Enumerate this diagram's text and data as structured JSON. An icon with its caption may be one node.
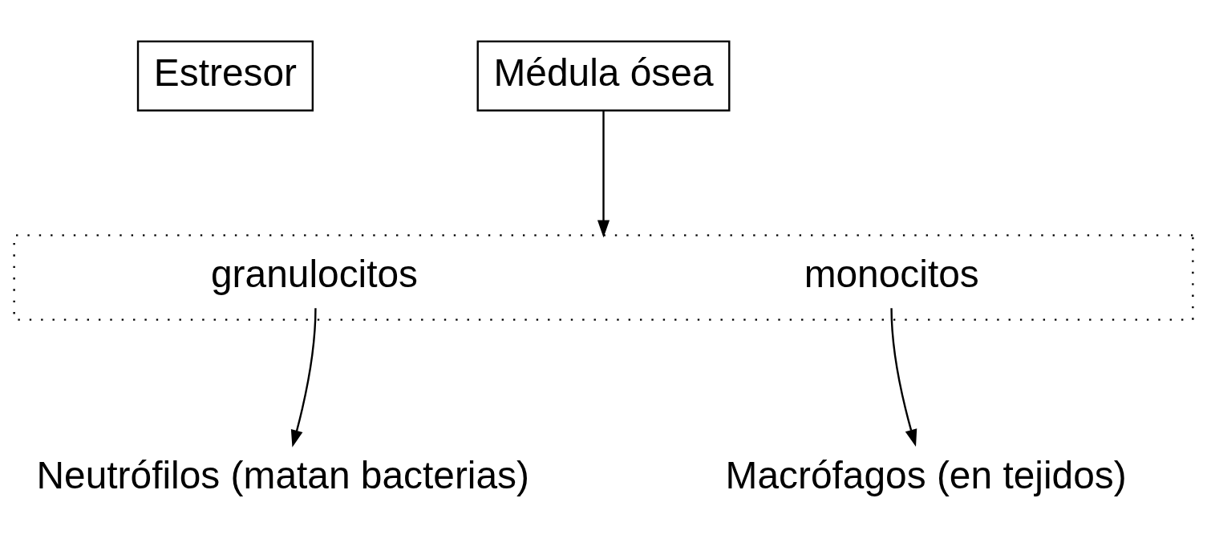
{
  "diagram": {
    "nodes": [
      {
        "text": [
          "Estresor"
        ]
      },
      {
        "text": [
          "Médula ósea"
        ]
      },
      {
        "text": [
          "granulocitos",
          "monocitos"
        ]
      },
      {
        "text": [
          "Neutrófilos (matan bacterias)"
        ]
      },
      {
        "text": [
          "Macrófagos (en tejidos)"
        ]
      }
    ],
    "edges": [
      {
        "from": 1,
        "to": 2,
        "arrow": "to"
      },
      {
        "from": 2,
        "to": 3,
        "arrow": "to"
      },
      {
        "from": 2,
        "to": 4,
        "arrow": "to"
      }
    ]
  }
}
